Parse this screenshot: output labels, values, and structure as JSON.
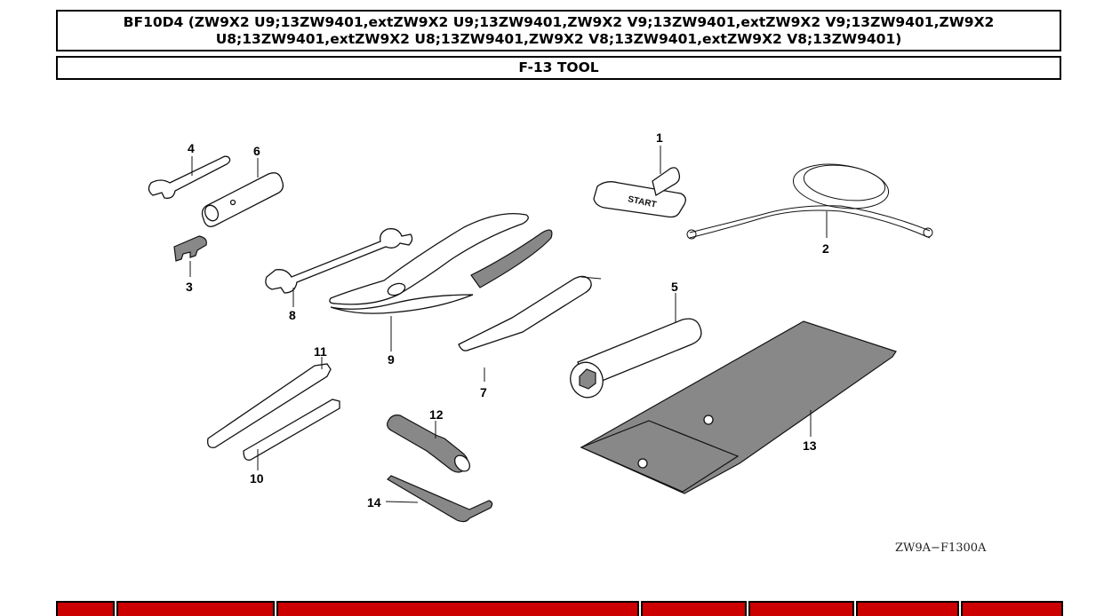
{
  "header": {
    "title_line1": "BF10D4 (ZW9X2 U9;13ZW9401,extZW9X2 U9;13ZW9401,ZW9X2 V9;13ZW9401,extZW9X2 V9;13ZW9401,ZW9X2",
    "title_line2": "U8;13ZW9401,extZW9X2 U8;13ZW9401,ZW9X2 V8;13ZW9401,extZW9X2 V8;13ZW9401)",
    "section": "F-13 TOOL"
  },
  "diagram": {
    "callouts": {
      "c1": "1",
      "c2": "2",
      "c3": "3",
      "c4": "4",
      "c5": "5",
      "c6": "6",
      "c7": "7",
      "c8": "8",
      "c9": "9",
      "c10": "10",
      "c11": "11",
      "c12": "12",
      "c13": "13",
      "c14": "14"
    },
    "handle_text": "START",
    "figure_code": "ZW9A−F1300A"
  },
  "footer": {
    "bar_color": "#cc0000"
  }
}
